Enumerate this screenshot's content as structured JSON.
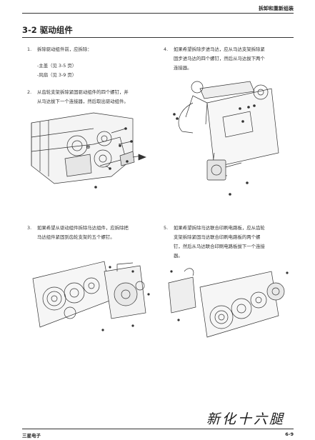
{
  "header": {
    "section_label": "拆卸和重新组装"
  },
  "title": "3-2 驱动组件",
  "steps": {
    "s1": {
      "num": "1.",
      "text": "拆除驱动组件前，应拆除："
    },
    "s1_items": [
      "-主盖（见 3-5 页）",
      "-风扇（见 3-9 页）"
    ],
    "s2": {
      "num": "2.",
      "text": "从齿轮支架拆除紧固驱动组件的四个螺钉，并\n从马达拔下一个连接器，然后取出驱动组件。"
    },
    "s3": {
      "num": "3.",
      "text": "如果希望从驱动组件拆除马达组件，应拆除把\n马达组件紧固到齿轮支架的五个螺钉。"
    },
    "s4": {
      "num": "4.",
      "text": "如果希望拆除步进马达，应从马达支架拆除紧\n固步进马达的四个螺钉，然后从马达拔下两个\n连接器。"
    },
    "s5": {
      "num": "5.",
      "text": "如果希望拆除马达联合印刷电路板，应从齿轮\n支架拆除紧固马达联合印刷电路板的两个螺\n钉，然后从马达联合印刷电路板拔下一个连接\n器。"
    }
  },
  "footer": {
    "brand": "三星电子",
    "page": "6-9"
  },
  "watermark": "新化十六腿",
  "figures": {
    "fig1": "drive-assembly-removal-illustration",
    "fig2": "motor-assembly-removal-illustration",
    "fig3": "stepper-motor-removal-illustration",
    "fig4": "motor-pcb-removal-illustration"
  }
}
